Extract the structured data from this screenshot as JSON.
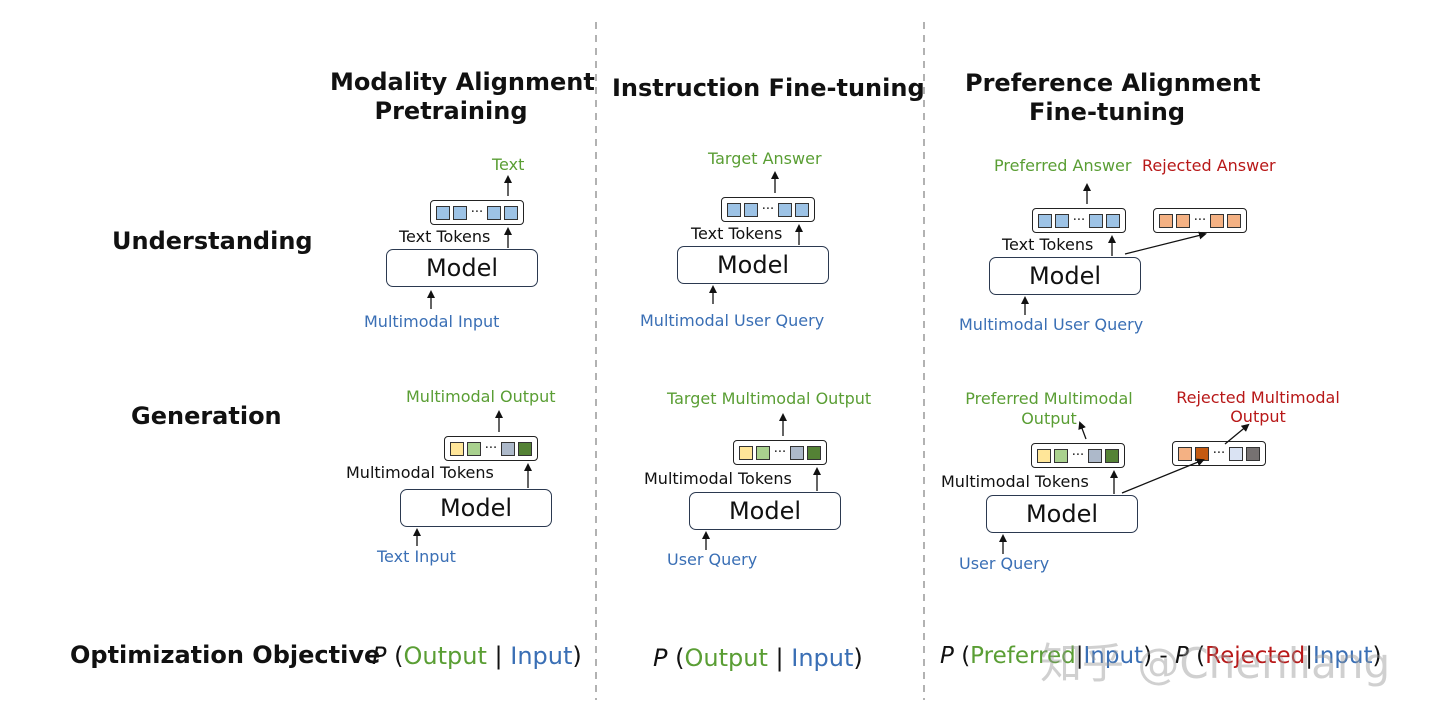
{
  "columns": {
    "pretraining": "Modality Alignment\nPretraining",
    "instruction": "Instruction Fine-tuning",
    "preference": "Preference Alignment\nFine-tuning"
  },
  "rows": {
    "understanding": "Understanding",
    "generation": "Generation",
    "objective": "Optimization Objective"
  },
  "labels": {
    "text": "Text",
    "text_tokens": "Text Tokens",
    "model": "Model",
    "multimodal_input": "Multimodal Input",
    "target_answer": "Target Answer",
    "multimodal_user_query": "Multimodal User Query",
    "preferred_answer": "Preferred Answer",
    "rejected_answer": "Rejected Answer",
    "multimodal_output": "Multimodal Output",
    "multimodal_tokens": "Multimodal Tokens",
    "text_input": "Text Input",
    "target_multimodal_output": "Target Multimodal Output",
    "user_query": "User Query",
    "preferred_multimodal_output": "Preferred Multimodal\nOutput",
    "rejected_multimodal_output": "Rejected Multimodal\nOutput",
    "dots": "···"
  },
  "objectives": {
    "p": "P",
    "open": "(",
    "close": ")",
    "bar": "|",
    "minus": " - ",
    "output": "Output",
    "input": "Input",
    "preferred": "Preferred",
    "rejected": "Rejected"
  },
  "watermark": "知乎 @Chenliang",
  "colors": {
    "green": "#5a9e34",
    "blue": "#3a6fb5",
    "red": "#b81818",
    "token_blue": "#9dc3e6",
    "token_orange": "#f4b183",
    "token_dark_orange": "#c55a11",
    "token_yellow": "#ffe699",
    "token_light_green": "#a9d18e",
    "token_gray_blue": "#adb9ca",
    "token_dark_green": "#548235",
    "token_light_blue": "#dae3f3",
    "token_dark_gray": "#767171"
  },
  "token_sets": {
    "text": [
      "token_blue",
      "token_blue",
      "dots",
      "token_blue",
      "token_blue"
    ],
    "rejected_text": [
      "token_orange",
      "token_orange",
      "dots",
      "token_orange",
      "token_orange"
    ],
    "multimodal": [
      "token_yellow",
      "token_light_green",
      "dots",
      "token_gray_blue",
      "token_dark_green"
    ],
    "rejected_multimodal": [
      "token_orange",
      "token_dark_orange",
      "dots",
      "token_light_blue",
      "token_dark_gray"
    ]
  }
}
